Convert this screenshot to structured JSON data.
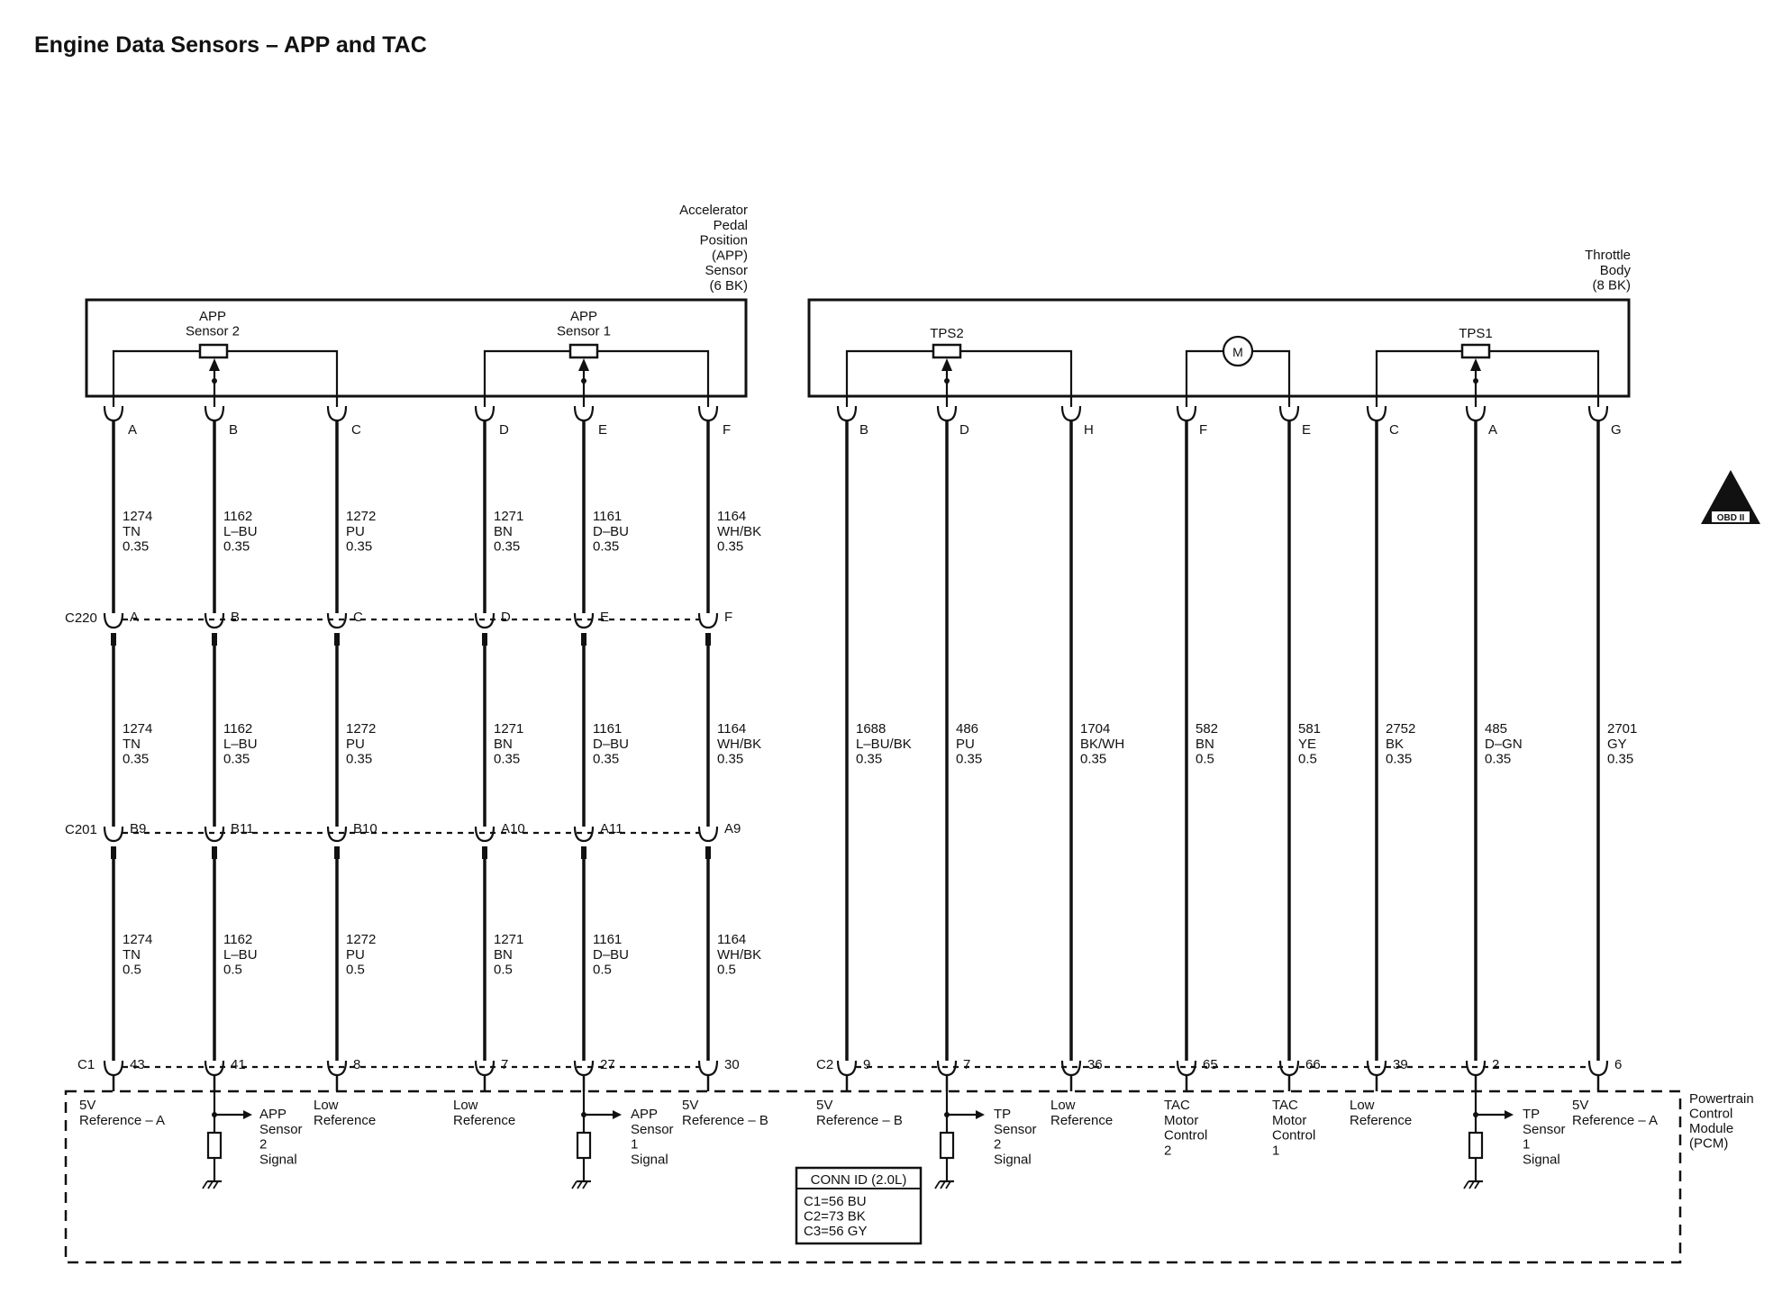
{
  "title": "Engine Data Sensors – APP and TAC",
  "app_sensor": {
    "label": [
      "Accelerator",
      "Pedal",
      "Position",
      "(APP)",
      "Sensor",
      "(6 BK)"
    ],
    "sensor2": [
      "APP",
      "Sensor 2"
    ],
    "sensor1": [
      "APP",
      "Sensor 1"
    ]
  },
  "throttle_body": {
    "label": [
      "Throttle",
      "Body",
      "(8 BK)"
    ],
    "tps2": "TPS2",
    "tps1": "TPS1",
    "motor": "M"
  },
  "obd_badge": {
    "roman": "II",
    "text": "OBD II"
  },
  "connectors": {
    "c220": "C220",
    "c201": "C201",
    "c1": "C1",
    "c2": "C2"
  },
  "left_circuits": [
    {
      "pin_top": "A",
      "c220": "A",
      "c201": "B9",
      "c1": "43",
      "w1": [
        "1274",
        "TN",
        "0.35"
      ],
      "w2": [
        "1274",
        "TN",
        "0.35"
      ],
      "w3": [
        "1274",
        "TN",
        "0.5"
      ]
    },
    {
      "pin_top": "B",
      "c220": "B",
      "c201": "B11",
      "c1": "41",
      "w1": [
        "1162",
        "L–BU",
        "0.35"
      ],
      "w2": [
        "1162",
        "L–BU",
        "0.35"
      ],
      "w3": [
        "1162",
        "L–BU",
        "0.5"
      ]
    },
    {
      "pin_top": "C",
      "c220": "C",
      "c201": "B10",
      "c1": "8",
      "w1": [
        "1272",
        "PU",
        "0.35"
      ],
      "w2": [
        "1272",
        "PU",
        "0.35"
      ],
      "w3": [
        "1272",
        "PU",
        "0.5"
      ]
    },
    {
      "pin_top": "D",
      "c220": "D",
      "c201": "A10",
      "c1": "7",
      "w1": [
        "1271",
        "BN",
        "0.35"
      ],
      "w2": [
        "1271",
        "BN",
        "0.35"
      ],
      "w3": [
        "1271",
        "BN",
        "0.5"
      ]
    },
    {
      "pin_top": "E",
      "c220": "E",
      "c201": "A11",
      "c1": "27",
      "w1": [
        "1161",
        "D–BU",
        "0.35"
      ],
      "w2": [
        "1161",
        "D–BU",
        "0.35"
      ],
      "w3": [
        "1161",
        "D–BU",
        "0.5"
      ]
    },
    {
      "pin_top": "F",
      "c220": "F",
      "c201": "A9",
      "c1": "30",
      "w1": [
        "1164",
        "WH/BK",
        "0.35"
      ],
      "w2": [
        "1164",
        "WH/BK",
        "0.35"
      ],
      "w3": [
        "1164",
        "WH/BK",
        "0.5"
      ]
    }
  ],
  "right_circuits": [
    {
      "pin_top": "B",
      "c2": "9",
      "wire": [
        "1688",
        "L–BU/BK",
        "0.35"
      ]
    },
    {
      "pin_top": "D",
      "c2": "7",
      "wire": [
        "486",
        "PU",
        "0.35"
      ]
    },
    {
      "pin_top": "H",
      "c2": "36",
      "wire": [
        "1704",
        "BK/WH",
        "0.35"
      ]
    },
    {
      "pin_top": "F",
      "c2": "65",
      "wire": [
        "582",
        "BN",
        "0.5"
      ]
    },
    {
      "pin_top": "E",
      "c2": "66",
      "wire": [
        "581",
        "YE",
        "0.5"
      ]
    },
    {
      "pin_top": "C",
      "c2": "39",
      "wire": [
        "2752",
        "BK",
        "0.35"
      ]
    },
    {
      "pin_top": "A",
      "c2": "2",
      "wire": [
        "485",
        "D–GN",
        "0.35"
      ]
    },
    {
      "pin_top": "G",
      "c2": "6",
      "wire": [
        "2701",
        "GY",
        "0.35"
      ]
    }
  ],
  "pcm": {
    "label": [
      "Powertrain",
      "Control",
      "Module",
      "(PCM)"
    ],
    "functions": {
      "ref5v_a_left": [
        "5V",
        "Reference – A"
      ],
      "app2_signal": [
        "APP",
        "Sensor",
        "2",
        "Signal"
      ],
      "low_ref_1": [
        "Low",
        "Reference"
      ],
      "low_ref_2": [
        "Low",
        "Reference"
      ],
      "app1_signal": [
        "APP",
        "Sensor",
        "1",
        "Signal"
      ],
      "ref5v_b_left": [
        "5V",
        "Reference – B"
      ],
      "ref5v_b_right": [
        "5V",
        "Reference – B"
      ],
      "tp2_signal": [
        "TP",
        "Sensor",
        "2",
        "Signal"
      ],
      "low_ref_3": [
        "Low",
        "Reference"
      ],
      "tac_motor_2": [
        "TAC",
        "Motor",
        "Control",
        "2"
      ],
      "tac_motor_1": [
        "TAC",
        "Motor",
        "Control",
        "1"
      ],
      "low_ref_4": [
        "Low",
        "Reference"
      ],
      "tp1_signal": [
        "TP",
        "Sensor",
        "1",
        "Signal"
      ],
      "ref5v_a_right": [
        "5V",
        "Reference – A"
      ]
    }
  },
  "conn_id": {
    "header": "CONN ID (2.0L)",
    "lines": [
      "C1=56 BU",
      "C2=73 BK",
      "C3=56 GY"
    ]
  }
}
